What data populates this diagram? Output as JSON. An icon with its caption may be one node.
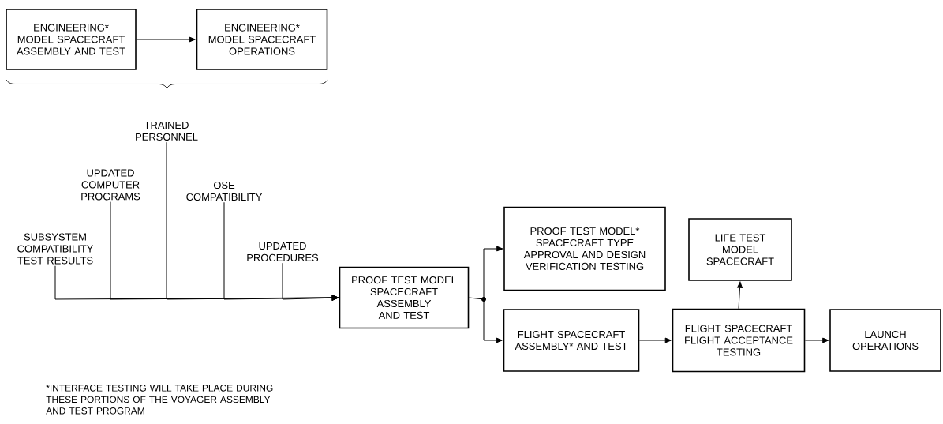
{
  "diagram": {
    "nodes": [
      {
        "text": [
          "ENGINEERING* MODEL SPACECRAFT ASSEMBLY AND TEST"
        ]
      },
      {
        "text": [
          "ENGINEERING* MODEL SPACECRAFT OPERATIONS"
        ]
      },
      {
        "text": [
          "TRAINED PERSONNEL"
        ]
      },
      {
        "text": [
          "SUBSYSTEM COMPATIBILITY TEST RESULTS"
        ]
      },
      {
        "text": [
          "UPDATED COMPUTER PROGRAMS"
        ]
      },
      {
        "text": [
          "OSE COMPATIBILITY"
        ]
      },
      {
        "text": [
          "UPDATED PROCEDURES"
        ]
      },
      {
        "text": [
          "PROOF TEST MODEL SPACECRAFT ASSEMBLY AND TEST"
        ]
      },
      {
        "text": [],
        "shape": "circle"
      },
      {
        "text": [
          "PROOF TEST MODEL* SPACECRAFT TYPE APPROVAL AND DESIGN VERIFICATION TESTING"
        ]
      },
      {
        "text": [
          "FLIGHT SPACECRAFT ASSEMBLY* AND TEST"
        ]
      },
      {
        "text": [
          "FLIGHT SPACECRAFT FLIGHT ACCEPTANCE TESTING"
        ]
      },
      {
        "text": [
          "LIFE TEST MODEL SPACECRAFT"
        ]
      },
      {
        "text": [
          "LAUNCH OPERATIONS"
        ]
      }
    ],
    "edges": [
      {
        "from": 0,
        "to": 1,
        "arrow": "to"
      },
      {
        "from": 3,
        "to": 7,
        "arrow": "to"
      },
      {
        "from": 4,
        "to": 7,
        "arrow": "to"
      },
      {
        "from": 2,
        "to": 7,
        "arrow": "to"
      },
      {
        "from": 5,
        "to": 7,
        "arrow": "to"
      },
      {
        "from": 6,
        "to": 7,
        "arrow": "to"
      },
      {
        "from": 7,
        "to": 8,
        "arrow": "none"
      },
      {
        "from": 8,
        "to": 9,
        "arrow": "to"
      },
      {
        "from": 8,
        "to": 10,
        "arrow": "to"
      },
      {
        "from": 10,
        "to": 11,
        "arrow": "to"
      },
      {
        "from": 11,
        "to": 12,
        "arrow": "to"
      },
      {
        "from": 11,
        "to": 13,
        "arrow": "to"
      }
    ],
    "labels": [
      "*INTERFACE TESTING WILL TAKE PLACE DURING THESE PORTIONS OF THE VOYAGER ASSEMBLY AND TEST PROGRAM"
    ]
  }
}
